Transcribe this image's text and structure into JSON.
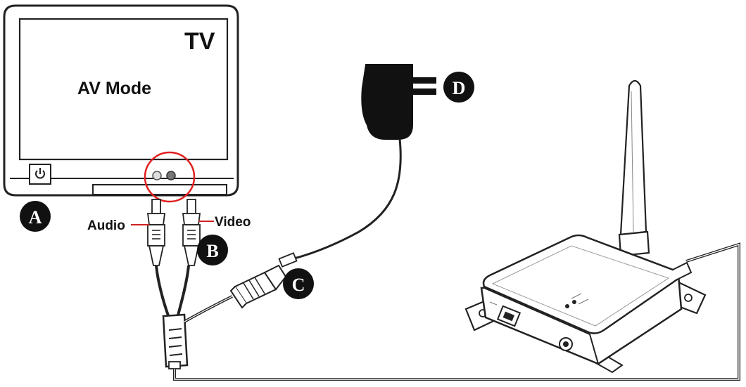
{
  "tv": {
    "title": "TV",
    "mode": "AV Mode"
  },
  "labels": {
    "audio": "Audio",
    "video": "Video"
  },
  "markers": {
    "a": "A",
    "b": "B",
    "c": "C",
    "d": "D"
  },
  "colors": {
    "line": "#222222",
    "highlight_circle": "#e02020",
    "label_leader": "#d02020",
    "badge": "#111111"
  },
  "icons": {
    "power": "power-icon"
  }
}
